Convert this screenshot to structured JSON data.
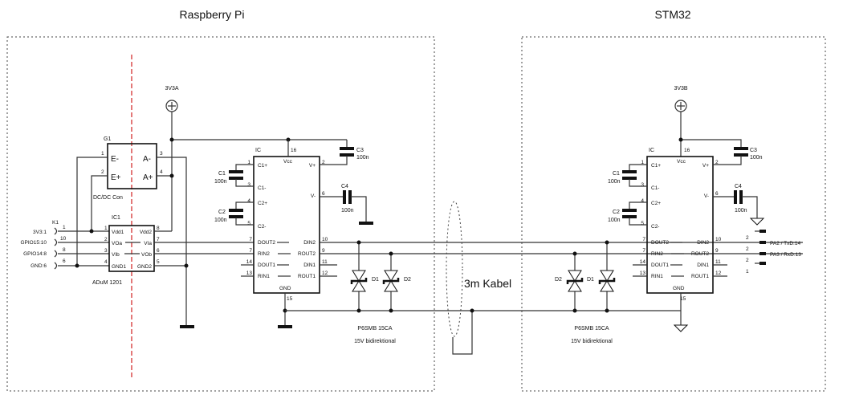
{
  "sections": {
    "left_title": "Raspberry Pi",
    "right_title": "STM32"
  },
  "supplies": {
    "left": "3V3A",
    "right": "3V3B"
  },
  "dcdc": {
    "ref": "G1",
    "name": "DC/DC Con",
    "pins": [
      {
        "num": "1",
        "label": "E-"
      },
      {
        "num": "2",
        "label": "E+"
      },
      {
        "num": "3",
        "label": "A-"
      },
      {
        "num": "4",
        "label": "A+"
      }
    ]
  },
  "isolator": {
    "ref": "IC1",
    "name": "ADuM 1201",
    "left_pins": [
      {
        "num": "1",
        "label": "Vdd1"
      },
      {
        "num": "2",
        "label": "VOa"
      },
      {
        "num": "3",
        "label": "VIb"
      },
      {
        "num": "4",
        "label": "GND1"
      }
    ],
    "right_pins": [
      {
        "num": "8",
        "label": "Vdd2"
      },
      {
        "num": "7",
        "label": "VIa"
      },
      {
        "num": "6",
        "label": "VOb"
      },
      {
        "num": "5",
        "label": "GND2"
      }
    ]
  },
  "connector_k1": {
    "ref": "K1",
    "pins": [
      {
        "num": "1",
        "label": "3V3:1"
      },
      {
        "num": "10",
        "label": "GPIO15:10"
      },
      {
        "num": "8",
        "label": "GPIO14:8"
      },
      {
        "num": "6",
        "label": "GND:6"
      }
    ]
  },
  "transceiver": {
    "ref": "IC",
    "vcc": {
      "num": "16",
      "label": "Vcc"
    },
    "gnd": {
      "num": "15",
      "label": "GND"
    },
    "left_pins": [
      {
        "num": "1",
        "label": "C1+"
      },
      {
        "num": "3",
        "label": "C1-"
      },
      {
        "num": "4",
        "label": "C2+"
      },
      {
        "num": "5",
        "label": "C2-"
      },
      {
        "num": "7",
        "label": "DOUT2"
      },
      {
        "num": "7",
        "label": "RIN2"
      },
      {
        "num": "14",
        "label": "DOUT1"
      },
      {
        "num": "13",
        "label": "RIN1"
      }
    ],
    "right_pins": [
      {
        "num": "2",
        "label": "V+"
      },
      {
        "num": "6",
        "label": "V-"
      },
      {
        "num": "10",
        "label": "DIN2"
      },
      {
        "num": "9",
        "label": "ROUT2"
      },
      {
        "num": "11",
        "label": "DIN1"
      },
      {
        "num": "12",
        "label": "ROUT1"
      }
    ]
  },
  "capacitors": [
    {
      "ref": "C1",
      "value": "100n"
    },
    {
      "ref": "C2",
      "value": "100n"
    },
    {
      "ref": "C3",
      "value": "100n"
    },
    {
      "ref": "C4",
      "value": "100n"
    }
  ],
  "diodes": {
    "refs": [
      "D1",
      "D2"
    ],
    "part": "P6SMB 15CA",
    "desc": "15V bidirektional"
  },
  "cable": {
    "label": "3m Kabel"
  },
  "stm_connector": {
    "pins": [
      {
        "num": "2",
        "label": ""
      },
      {
        "num": "2",
        "label": "PA2 / TxD:14"
      },
      {
        "num": "2",
        "label": "PA3 / RxD:13"
      },
      {
        "num": "1",
        "label": ""
      }
    ]
  }
}
